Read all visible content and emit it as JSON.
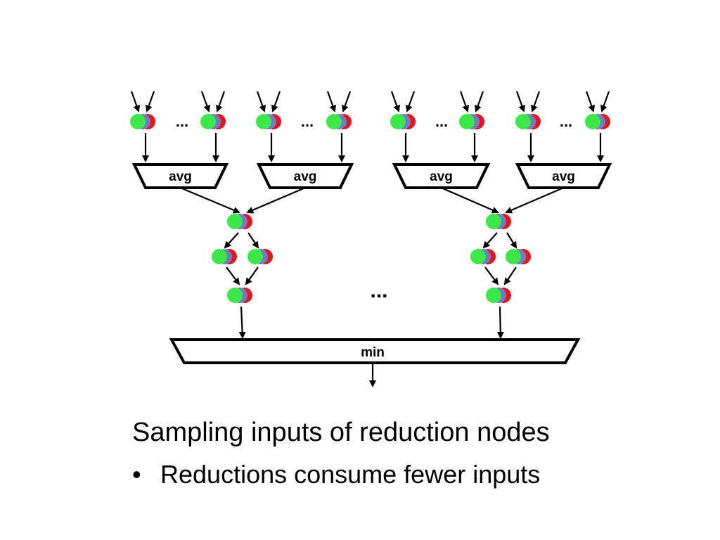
{
  "diagram": {
    "avg_label": "avg",
    "min_label": "min",
    "ellipsis": "...",
    "node_colors": {
      "red": "#e8141c",
      "blue": "#6b7fc8",
      "green": "#3fe64a"
    }
  },
  "caption": {
    "heading": "Sampling inputs of reduction nodes",
    "bullets": [
      "Reductions consume fewer inputs"
    ]
  }
}
